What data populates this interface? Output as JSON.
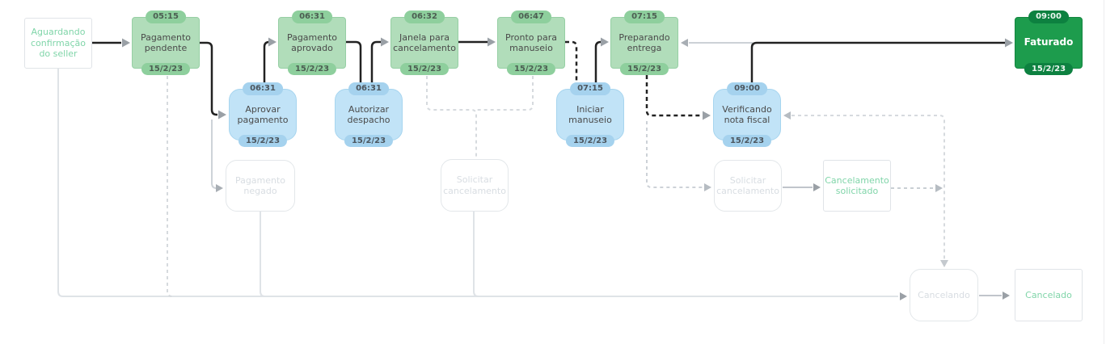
{
  "colors": {
    "completed_state_fill": "#b1ddba",
    "action_fill": "#c1e3f7",
    "current_state_fill": "#1d9c4d",
    "inactive_border": "#e3e7ea",
    "future_state_text": "#80d5a9",
    "main_path_line": "#222222",
    "arrowhead": "#9aa0a6"
  },
  "nodes": {
    "aguardando": {
      "label": "Aguardando confirmação do seller"
    },
    "pagamento_pendente": {
      "label": "Pagamento pendente",
      "time": "05:15",
      "date": "15/2/23"
    },
    "pagamento_aprovado": {
      "label": "Pagamento aprovado",
      "time": "06:31",
      "date": "15/2/23"
    },
    "janela_cancelamento": {
      "label": "Janela para cancelamento",
      "time": "06:32",
      "date": "15/2/23"
    },
    "pronto_manuseio": {
      "label": "Pronto para manuseio",
      "time": "06:47",
      "date": "15/2/23"
    },
    "preparando_entrega": {
      "label": "Preparando entrega",
      "time": "07:15",
      "date": "15/2/23"
    },
    "faturado": {
      "label": "Faturado",
      "time": "09:00",
      "date": "15/2/23"
    },
    "aprovar_pagamento": {
      "label": "Aprovar pagamento",
      "time": "06:31",
      "date": "15/2/23"
    },
    "autorizar_despacho": {
      "label": "Autorizar despacho",
      "time": "06:31",
      "date": "15/2/23"
    },
    "iniciar_manuseio": {
      "label": "Iniciar manuseio",
      "time": "07:15",
      "date": "15/2/23"
    },
    "verificando_nf": {
      "label": "Verificando nota fiscal",
      "time": "09:00",
      "date": "15/2/23"
    },
    "pagamento_negado": {
      "label": "Pagamento negado"
    },
    "solicitar_cancelamento_1": {
      "label": "Solicitar cancelamento"
    },
    "solicitar_cancelamento_2": {
      "label": "Solicitar cancelamento"
    },
    "cancelamento_solicitado": {
      "label": "Cancelamento solicitado"
    },
    "cancelando": {
      "label": "Cancelando"
    },
    "cancelado": {
      "label": "Cancelado"
    }
  },
  "edges": [
    {
      "from": "aguardando",
      "to": "pagamento_pendente",
      "style": "taken"
    },
    {
      "from": "pagamento_pendente",
      "to": "aprovar_pagamento",
      "style": "taken"
    },
    {
      "from": "pagamento_pendente",
      "to": "pagamento_negado",
      "style": "not-taken"
    },
    {
      "from": "aprovar_pagamento",
      "to": "pagamento_aprovado",
      "style": "taken"
    },
    {
      "from": "pagamento_aprovado",
      "to": "autorizar_despacho",
      "style": "taken"
    },
    {
      "from": "autorizar_despacho",
      "to": "janela_cancelamento",
      "style": "taken"
    },
    {
      "from": "janela_cancelamento",
      "to": "pronto_manuseio",
      "style": "taken"
    },
    {
      "from": "janela_cancelamento",
      "to": "solicitar_cancelamento_1",
      "style": "optional"
    },
    {
      "from": "pronto_manuseio",
      "to": "solicitar_cancelamento_1",
      "style": "optional"
    },
    {
      "from": "pronto_manuseio",
      "to": "iniciar_manuseio",
      "style": "taken-dashed"
    },
    {
      "from": "iniciar_manuseio",
      "to": "preparando_entrega",
      "style": "taken"
    },
    {
      "from": "preparando_entrega",
      "to": "verificando_nf",
      "style": "taken-dashed"
    },
    {
      "from": "preparando_entrega",
      "to": "solicitar_cancelamento_2",
      "style": "optional"
    },
    {
      "from": "verificando_nf",
      "to": "preparando_entrega",
      "style": "not-taken"
    },
    {
      "from": "verificando_nf",
      "to": "faturado",
      "style": "taken"
    },
    {
      "from": "solicitar_cancelamento_2",
      "to": "cancelamento_solicitado",
      "style": "not-taken"
    },
    {
      "from": "cancelamento_solicitado",
      "to": "cancelando",
      "style": "optional"
    },
    {
      "from": "cancelando",
      "to": "verificando_nf",
      "style": "optional"
    },
    {
      "from": "states",
      "to": "cancelando",
      "style": "not-taken"
    },
    {
      "from": "cancelando",
      "to": "cancelado",
      "style": "not-taken"
    }
  ]
}
